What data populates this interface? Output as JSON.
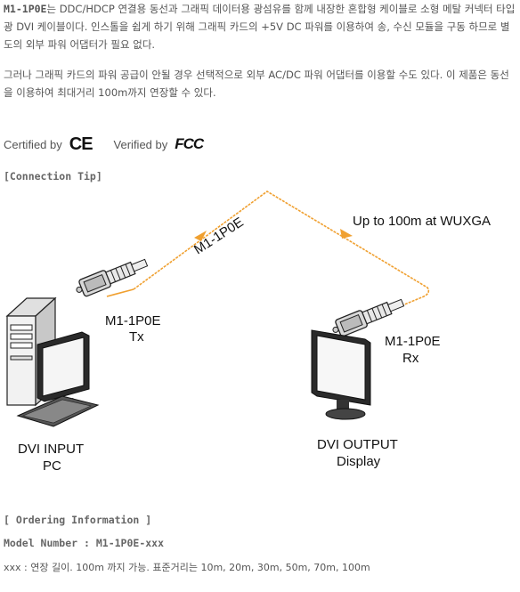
{
  "intro": {
    "product": "M1-1P0E",
    "text1": "는 DDC/HDCP 연결용 동선과 그래픽 데이터용 광섬유를 함께 내장한 혼합형 케이블로 소형 메탈 커넥터 타입 광 DVI 케이블이다. 인스톨을 쉽게 하기 위해 그래픽 카드의 +5V DC 파워를 이용하여 송, 수신 모듈을 구동 하므로 별도의 외부 파워 어댑터가 필요 없다.",
    "text2": "그러나 그래픽 카드의 파워 공급이 안될 경우 선택적으로 외부 AC/DC 파워 어댑터를 이용할 수도 있다. 이 제품은 동선을 이용하여 최대거리 100m까지 연장할 수 있다."
  },
  "certification": {
    "certified_label": "Certified by",
    "ce_logo": "CE",
    "verified_label": "Verified by",
    "fcc_logo": "FCC"
  },
  "connection_tip": {
    "heading": "[Connection Tip]",
    "cable_label": "M1-1P0E",
    "distance_label": "Up to 100m at WUXGA",
    "tx_model": "M1-1P0E",
    "tx_label": "Tx",
    "rx_model": "M1-1P0E",
    "rx_label": "Rx",
    "pc_port": "DVI INPUT",
    "pc_label": "PC",
    "display_port": "DVI OUTPUT",
    "display_label": "Display",
    "cable_color": "#f0a030"
  },
  "ordering": {
    "heading": "[ Ordering Information ]",
    "model_number": "Model Number : M1-1P0E-xxx",
    "note": "xxx : 연장 길이. 100m 까지 가능. 표준거리는 10m, 20m, 30m, 50m, 70m, 100m"
  }
}
